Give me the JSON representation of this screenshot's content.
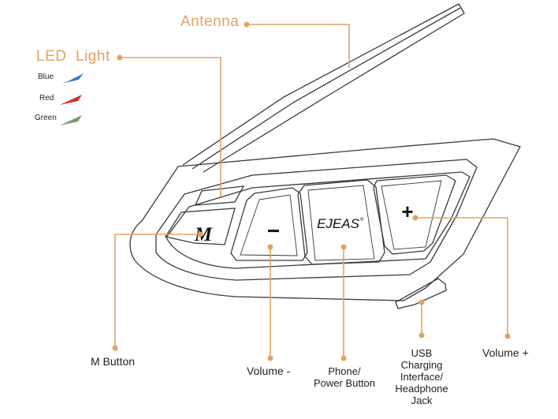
{
  "colors": {
    "accent": "#e0a364",
    "outline": "#3a3a3a",
    "led_blue": "#3a7fc4",
    "led_red": "#d0312d",
    "led_green": "#7e9b6f"
  },
  "labels": {
    "antenna": "Antenna",
    "led_light": "LED  Light",
    "blue": "Blue",
    "red": "Red",
    "green": "Green",
    "m_button": "M Button",
    "volume_minus": "Volume -",
    "phone_power_line1": "Phone/",
    "phone_power_line2": "Power Button",
    "usb_line1": "USB",
    "usb_line2": "Charging",
    "usb_line3": "Interface/",
    "usb_line4": "Headphone",
    "usb_line5": "Jack",
    "volume_plus": "Volume +"
  },
  "device": {
    "brand": "EJEAS",
    "registered": "®",
    "m_glyph": "M",
    "minus_glyph": "−",
    "plus_glyph": "+"
  }
}
